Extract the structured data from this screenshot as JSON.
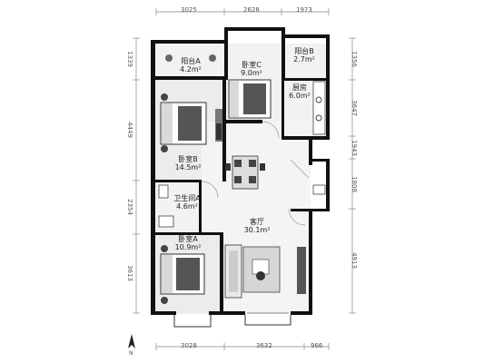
{
  "rooms": [
    {
      "id": "balcony-a",
      "name": "阳台A",
      "area": "4.2m²"
    },
    {
      "id": "bedroom-c",
      "name": "卧室C",
      "area": "9.0m²"
    },
    {
      "id": "balcony-b",
      "name": "阳台B",
      "area": "2.7m²"
    },
    {
      "id": "kitchen",
      "name": "厨房",
      "area": "6.0m²"
    },
    {
      "id": "bedroom-b",
      "name": "卧室B",
      "area": "14.5m²"
    },
    {
      "id": "bathroom-a",
      "name": "卫生间A",
      "area": "4.6m²"
    },
    {
      "id": "living-room",
      "name": "客厅",
      "area": "30.1m²"
    },
    {
      "id": "bedroom-a",
      "name": "卧室A",
      "area": "10.9m²"
    }
  ],
  "dimensions": {
    "top": [
      "3025",
      "2628",
      "1973"
    ],
    "bottom": [
      "3028",
      "3632",
      "966"
    ],
    "left": [
      "1339",
      "4449",
      "2354",
      "3613"
    ],
    "right": [
      "1356",
      "3647",
      "1943",
      "1808",
      "4913"
    ]
  },
  "compass": {
    "label": "N"
  },
  "colors": {
    "wall": "#111111",
    "floor": "#f4f4f4",
    "floor_dark": "#e6e6e6",
    "dim_line": "#888888"
  }
}
